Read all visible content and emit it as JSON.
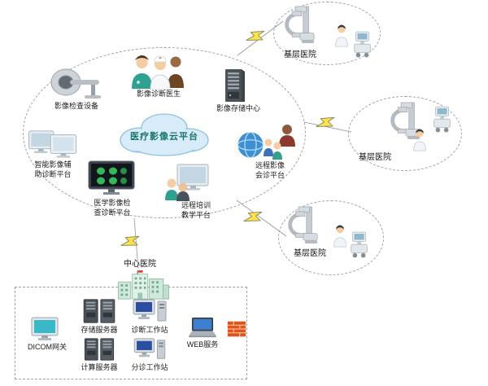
{
  "cloud": {
    "label": "医疗影像云平台"
  },
  "nodes": {
    "equipment": "影像检查设备",
    "doctors": "影像诊断医生",
    "storage": "影像存储中心",
    "ai": "智能影像辅\n助诊断平台",
    "exam": "医学影像检\n查诊断平台",
    "training": "远程培训\n教学平台",
    "consult": "远程影像\n会诊平台"
  },
  "hospitals": {
    "basic1": "基层医院",
    "basic2": "基层医院",
    "basic3": "基层医院",
    "central": "中心医院"
  },
  "datacenter": {
    "dicom": "DICOM网关",
    "storage": "存储服务器",
    "compute": "计算服务器",
    "diagnosis": "诊断工作站",
    "triage": "分诊工作站",
    "web": "WEB服务"
  },
  "icons": {
    "cloud": "cloud-icon",
    "ct": "ct-scanner-icon",
    "doctors": "doctors-icon",
    "server": "server-tower-icon",
    "dual_monitor": "dual-monitor-icon",
    "exam_monitor": "medical-monitor-icon",
    "training": "training-screen-icon",
    "globe": "globe-people-icon",
    "lightning": "lightning-bolt-icon",
    "xray": "xray-machine-icon",
    "person": "person-icon",
    "cart": "ultrasound-cart-icon",
    "building": "hospital-building-icon",
    "workstation": "workstation-icon",
    "laptop": "laptop-icon",
    "firewall": "firewall-icon",
    "monitor": "dicom-monitor-icon"
  },
  "colors": {
    "cloud_fill": "#d7ebf8",
    "cloud_stroke": "#8fc0e0",
    "cloud_text": "#17756a",
    "lightning": "#ffe14d",
    "firewall": "#e2541f",
    "screen_green": "#35b958",
    "globe_blue": "#3d8fd4",
    "boundary_dash": "#9aa2a8"
  }
}
